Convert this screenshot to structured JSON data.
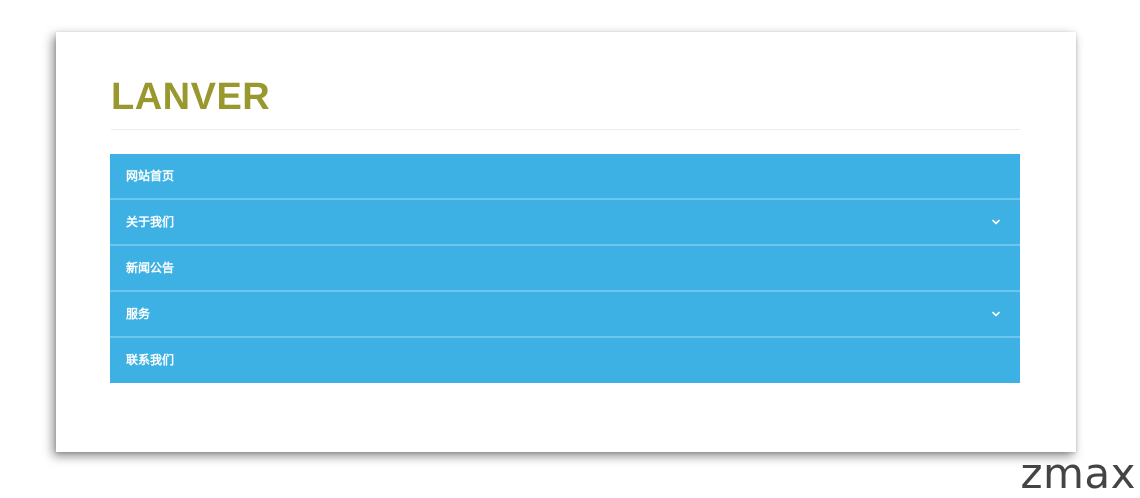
{
  "colors": {
    "brand": "#99982f",
    "nav_bg": "#3db1e3",
    "nav_divider": "#6bc7ee",
    "nav_text": "#ffffff",
    "watermark": "#444444"
  },
  "header": {
    "brand": "LANVER"
  },
  "nav": {
    "items": [
      {
        "label": "网站首页",
        "has_submenu": false
      },
      {
        "label": "关于我们",
        "has_submenu": true,
        "icon": "chevron-down-icon"
      },
      {
        "label": "新闻公告",
        "has_submenu": false
      },
      {
        "label": "服务",
        "has_submenu": true,
        "icon": "chevron-down-icon"
      },
      {
        "label": "联系我们",
        "has_submenu": false
      }
    ]
  },
  "watermark": {
    "text": "zmax"
  }
}
